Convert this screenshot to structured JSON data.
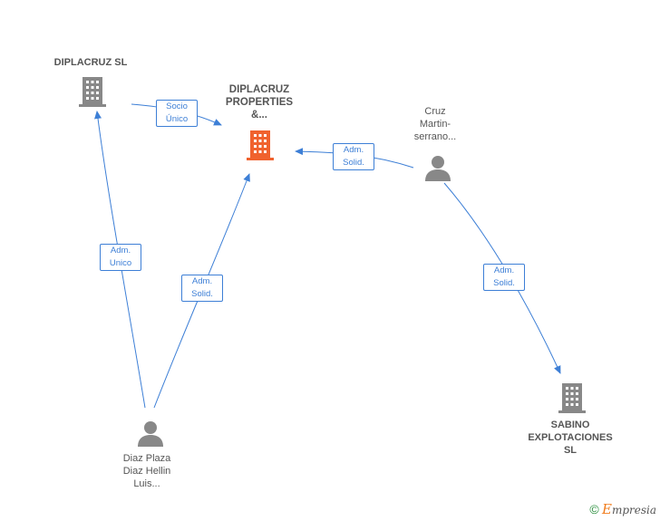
{
  "nodes": {
    "diplacruz_sl": {
      "label": "DIPLACRUZ  SL"
    },
    "diplacruz_properties": {
      "label_lines": [
        "DIPLACRUZ",
        "PROPERTIES",
        "&..."
      ]
    },
    "cruz_martin": {
      "label_lines": [
        "Cruz",
        "Martin-",
        "serrano..."
      ]
    },
    "diaz_plaza": {
      "label_lines": [
        "Diaz Plaza",
        "Diaz Hellin",
        "Luis..."
      ]
    },
    "sabino": {
      "label_lines": [
        "SABINO",
        "EXPLOTACIONES",
        "SL"
      ]
    }
  },
  "edges": {
    "socio_unico": [
      "Socio",
      "Único"
    ],
    "adm_solid_cruz_properties": [
      "Adm.",
      "Solid."
    ],
    "adm_unico": [
      "Adm.",
      "Unico"
    ],
    "adm_solid_diaz_properties": [
      "Adm.",
      "Solid."
    ],
    "adm_solid_cruz_sabino": [
      "Adm.",
      "Solid."
    ]
  },
  "colors": {
    "edge": "#3d7fd6",
    "company_icon": "#888888",
    "focus_icon": "#f0622e",
    "person_icon": "#888888"
  },
  "footer": {
    "copyright": "©",
    "brand_initial": "E",
    "brand_rest": "mpresia"
  }
}
